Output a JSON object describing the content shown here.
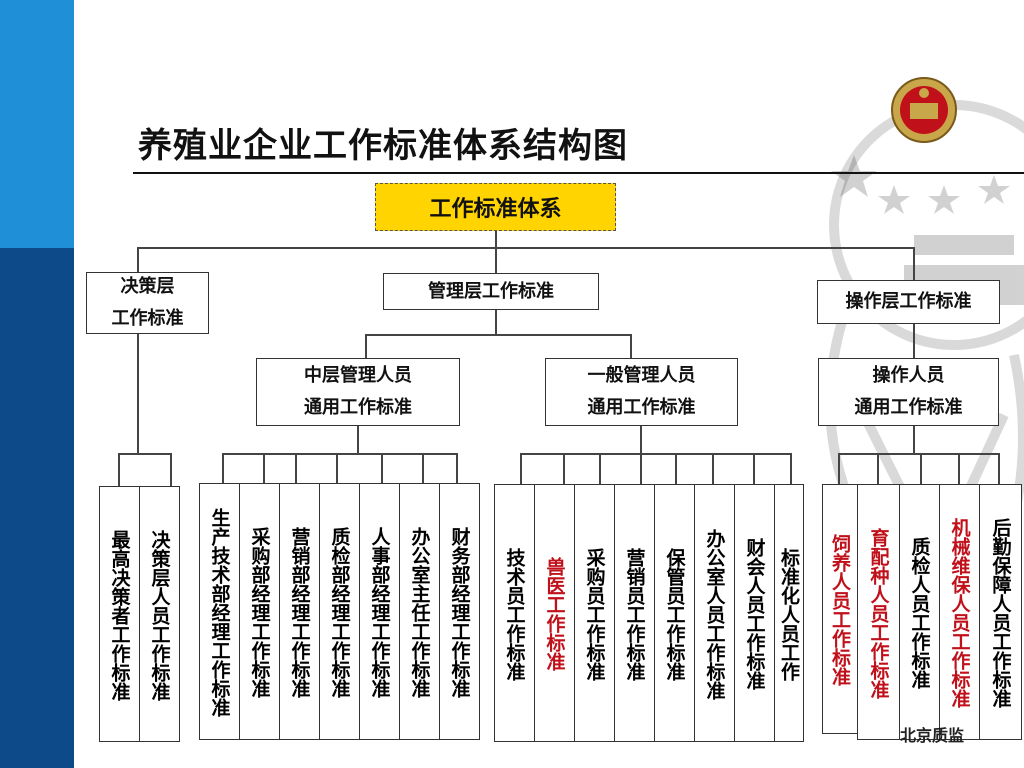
{
  "title": "养殖业企业工作标准体系结构图",
  "footer": "北京质监",
  "colors": {
    "root_fill": "#ffd400",
    "accent_red": "#c0111b",
    "band_light": "#1f8fd8",
    "band_dark": "#0d4a8a"
  },
  "root": "工作标准体系",
  "level1": {
    "decision": [
      "决策层",
      "工作标准"
    ],
    "management": "管理层工作标准",
    "operation": "操作层工作标准"
  },
  "level2": {
    "middle": [
      "中层管理人员",
      "通用工作标准"
    ],
    "general": [
      "一般管理人员",
      "通用工作标准"
    ],
    "operators": [
      "操作人员",
      "通用工作标准"
    ]
  },
  "leaves": {
    "decision": [
      "最高决策者工作标准",
      "决策层人员工作标准"
    ],
    "middle": [
      "生产技术部经理工作标准",
      "采购部经理工作标准",
      "营销部经理工作标准",
      "质检部经理工作标准",
      "人事部经理工作标准",
      "办公室主任工作标准",
      "财务部经理工作标准"
    ],
    "general": [
      "技术员工作标准",
      "兽医工作标准",
      "采购员工作标准",
      "营销员工作标准",
      "保管员工作标准",
      "办公室人员工作标准",
      "财会人员工作标准",
      "标准化人员工作"
    ],
    "operators": [
      "饲养人员工作标准",
      "育配种人员工作标准",
      "质检人员工作标准",
      "机械维保人员工作标准",
      "后勤保障人员工作标准"
    ]
  },
  "red_leaves": [
    "兽医工作标准",
    "饲养人员工作标准",
    "育配种人员工作标准",
    "机械维保人员工作标准"
  ]
}
